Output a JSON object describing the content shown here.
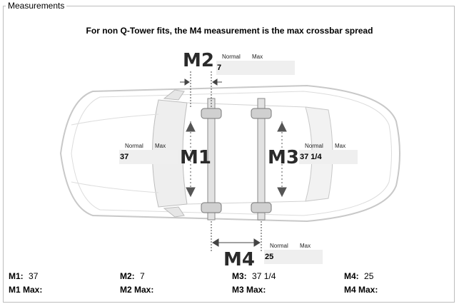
{
  "legend": "Measurements",
  "heading": "For non Q-Tower fits, the M4 measurement is the max crossbar spread",
  "diagram": {
    "labels": {
      "m1": "M1",
      "m2": "M2",
      "m3": "M3",
      "m4": "M4"
    },
    "col_normal": "Normal",
    "col_max": "Max",
    "m1": {
      "normal": "37"
    },
    "m2": {
      "normal": "7"
    },
    "m3": {
      "normal": "37 1/4"
    },
    "m4": {
      "normal": "25"
    }
  },
  "summary": {
    "m1_label": "M1:",
    "m1_value": "37",
    "m1_max_label": "M1 Max:",
    "m2_label": "M2:",
    "m2_value": "7",
    "m2_max_label": "M2 Max:",
    "m3_label": "M3:",
    "m3_value": "37 1/4",
    "m3_max_label": "M3 Max:",
    "m4_label": "M4:",
    "m4_value": "25",
    "m4_max_label": "M4 Max:"
  }
}
